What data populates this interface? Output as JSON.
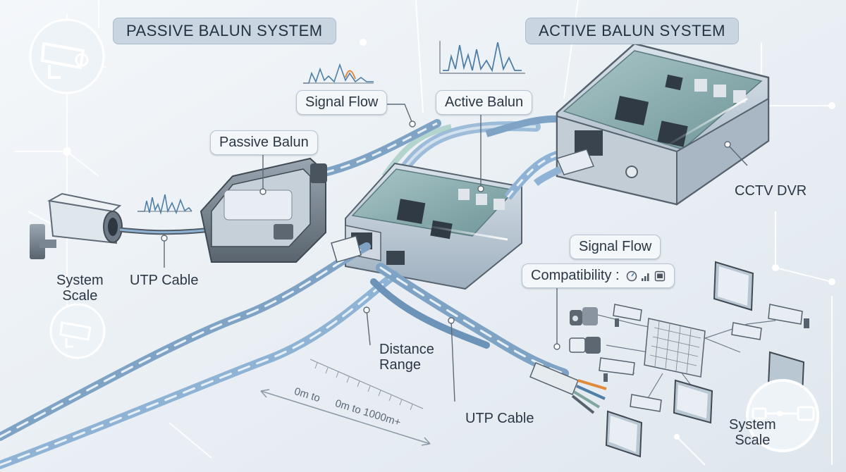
{
  "headers": {
    "passive": "PASSIVE BALUN SYSTEM",
    "active": "ACTIVE BALUN SYSTEM"
  },
  "callouts": {
    "signal_flow_top": "Signal Flow",
    "active_balun": "Active Balun",
    "passive_balun": "Passive Balun",
    "signal_flow_right": "Signal Flow",
    "compatibility": "Compatibility :"
  },
  "labels": {
    "system_scale_left": "System\nScale",
    "utp_cable_left": "UTP Cable",
    "cctv_dvr": "CCTV DVR",
    "distance_range": "Distance\nRange",
    "utp_cable_bottom": "UTP Cable",
    "system_scale_right": "System\nScale"
  },
  "distance_scale": {
    "text_a": "0m  to",
    "text_b": "0m to 1000m+"
  },
  "icons": [
    "cctv-camera-icon",
    "cctv-camera-outline-icon",
    "gauge-icon",
    "signal-bars-icon",
    "rj45-port-icon",
    "bnc-connector-icon",
    "rj45-plug-icon",
    "monitor-icon",
    "connector-key-icon"
  ],
  "colors": {
    "background": "#e9eff4",
    "header_fill": "#c9d6e2",
    "cable_blue": "#8fb3d4",
    "circuit_green": "#7fa7a0",
    "device_gray": "#6c7783",
    "accent_orange": "#e08a3c"
  }
}
